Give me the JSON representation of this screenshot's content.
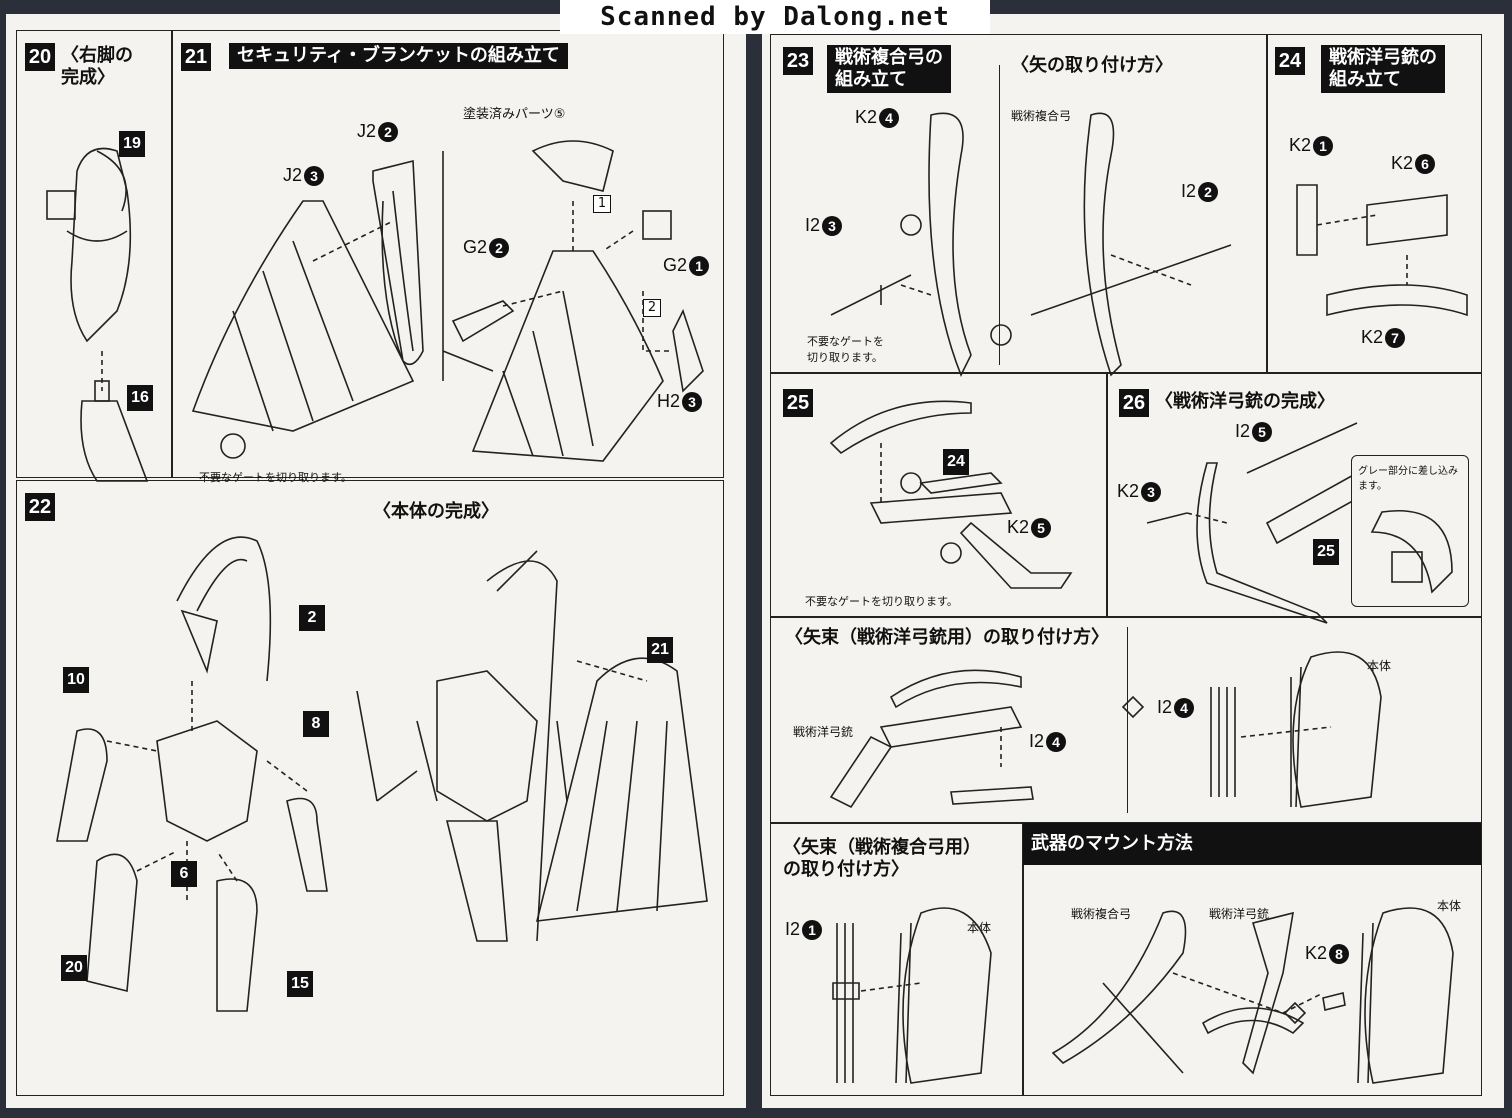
{
  "banner": "Scanned by Dalong.net",
  "note_gate": "不要なゲートを切り取ります。",
  "note_gate_split": "不要なゲートを\n切り取ります。",
  "steps": {
    "s20": {
      "num": "20",
      "title": "〈右脚の\n完成〉",
      "parts": [
        "19",
        "16"
      ]
    },
    "s21": {
      "num": "21",
      "title": "セキュリティ・ブランケットの組み立て",
      "painted": "塗装済みパーツ⑤",
      "labels": {
        "j2_2": "J2",
        "j2_2_n": "2",
        "j2_3": "J2",
        "j2_3_n": "3",
        "g2_2": "G2",
        "g2_2_n": "2",
        "g2_1": "G2",
        "g2_1_n": "1",
        "h2_3": "H2",
        "h2_3_n": "3"
      },
      "order": [
        "1",
        "2"
      ]
    },
    "s22": {
      "num": "22",
      "title": "〈本体の完成〉",
      "parts": [
        "2",
        "10",
        "8",
        "6",
        "20",
        "15",
        "21"
      ]
    },
    "s23": {
      "num": "23",
      "title": "戦術複合弓の\n組み立て",
      "labels": {
        "k2_4": "K2",
        "k2_4_n": "4",
        "i2_3": "I2",
        "i2_3_n": "3"
      }
    },
    "arrow_attach": {
      "title": "〈矢の取り付け方〉",
      "bow": "戦術複合弓",
      "i2_2": "I2",
      "i2_2_n": "2"
    },
    "s24": {
      "num": "24",
      "title": "戦術洋弓銃の\n組み立て",
      "labels": {
        "k2_1": "K2",
        "k2_1_n": "1",
        "k2_6": "K2",
        "k2_6_n": "6",
        "k2_7": "K2",
        "k2_7_n": "7"
      }
    },
    "s25": {
      "num": "25",
      "parts": [
        "24"
      ],
      "labels": {
        "k2_5": "K2",
        "k2_5_n": "5"
      }
    },
    "s26": {
      "num": "26",
      "title": "〈戦術洋弓銃の完成〉",
      "labels": {
        "i2_5": "I2",
        "i2_5_n": "5",
        "k2_3": "K2",
        "k2_3_n": "3"
      },
      "parts": [
        "25"
      ],
      "callout": "グレー部分に差し込み\nます。"
    },
    "quiver_crossbow": {
      "title": "〈矢束（戦術洋弓銃用）の取り付け方〉",
      "crossbow": "戦術洋弓銃",
      "i2_4": "I2",
      "i2_4_n": "4",
      "body": "本体"
    },
    "quiver_bow": {
      "title": "〈矢束（戦術複合弓用）\nの取り付け方〉",
      "i2_1": "I2",
      "i2_1_n": "1",
      "body": "本体"
    },
    "mount": {
      "title": "武器のマウント方法",
      "bow": "戦術複合弓",
      "crossbow": "戦術洋弓銃",
      "k2_8": "K2",
      "k2_8_n": "8",
      "body": "本体"
    }
  }
}
